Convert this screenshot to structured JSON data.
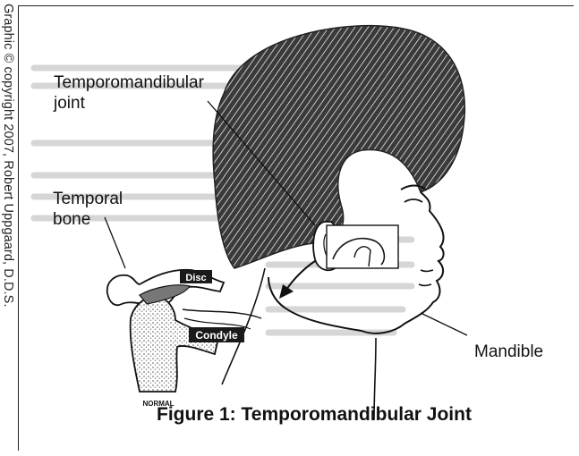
{
  "credit": "Graphic © copyright 2007, Robert Uppgaard, D.D.S.",
  "labels": {
    "tmj_line1": "Temporomandibular",
    "tmj_line2": "joint",
    "temporal_line1": "Temporal",
    "temporal_line2": "bone",
    "mandible": "Mandible"
  },
  "inset_labels": {
    "disc": "Disc",
    "condyle": "Condyle",
    "normal": "NORMAL"
  },
  "caption": "Figure 1: Temporomandibular Joint",
  "colors": {
    "ink": "#111111",
    "hair": "#2a2a2a",
    "label_box": "#1a1a1a",
    "background": "#ffffff"
  }
}
